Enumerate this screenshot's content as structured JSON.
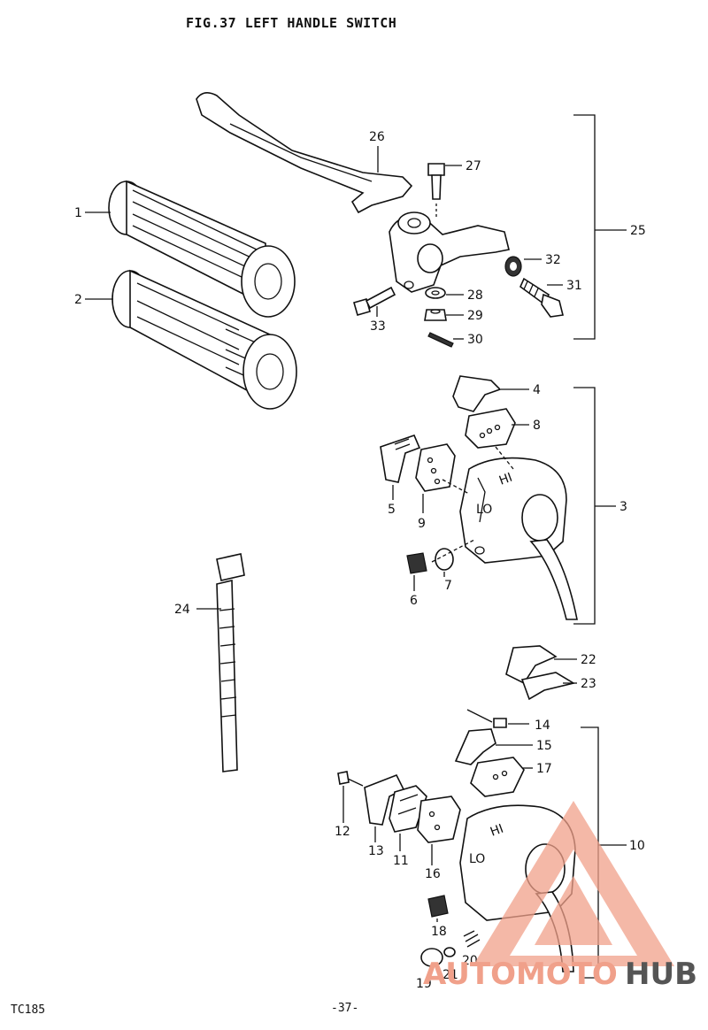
{
  "figure": {
    "title": "FIG.37  LEFT HANDLE SWITCH",
    "model": "TC185",
    "page_number": "-37-"
  },
  "watermark": {
    "text_left": "AUTOMOTO",
    "text_right": "HUB",
    "accent_color": "#f0a08a",
    "dark_color": "#555555"
  },
  "callouts": [
    "1",
    "2",
    "3",
    "4",
    "5",
    "6",
    "7",
    "8",
    "9",
    "10",
    "11",
    "12",
    "13",
    "14",
    "15",
    "16",
    "17",
    "18",
    "19",
    "20",
    "21",
    "22",
    "23",
    "24",
    "25",
    "26",
    "27",
    "28",
    "29",
    "30",
    "31",
    "32",
    "33"
  ]
}
